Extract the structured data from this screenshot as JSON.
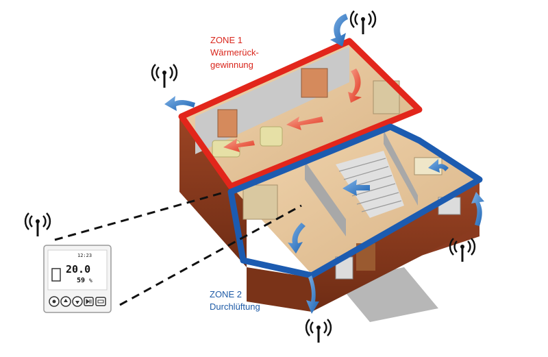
{
  "zone1": {
    "title": "ZONE 1",
    "subtitle_line1": "Wärmerück-",
    "subtitle_line2": "gewinnung",
    "color": "#d9261c"
  },
  "zone2": {
    "title": "ZONE 2",
    "subtitle": "Durchlüftung",
    "color": "#1d5aa6"
  },
  "controller": {
    "temp_main": "20.0",
    "temp_secondary": "59",
    "temp_unit": "%",
    "time": "12:23",
    "buttons": [
      "power-icon",
      "arrow-up-icon",
      "arrow-down-icon",
      "play-pause-icon",
      "mode-icon"
    ]
  },
  "icons": [
    "antenna-icon",
    "airflow-arrow-icon"
  ],
  "colors": {
    "wall_outer": "#8a3a1f",
    "wall_top": "#b5573a",
    "floor": "#e8c9a0",
    "interior_wall": "#b9b9b9"
  }
}
